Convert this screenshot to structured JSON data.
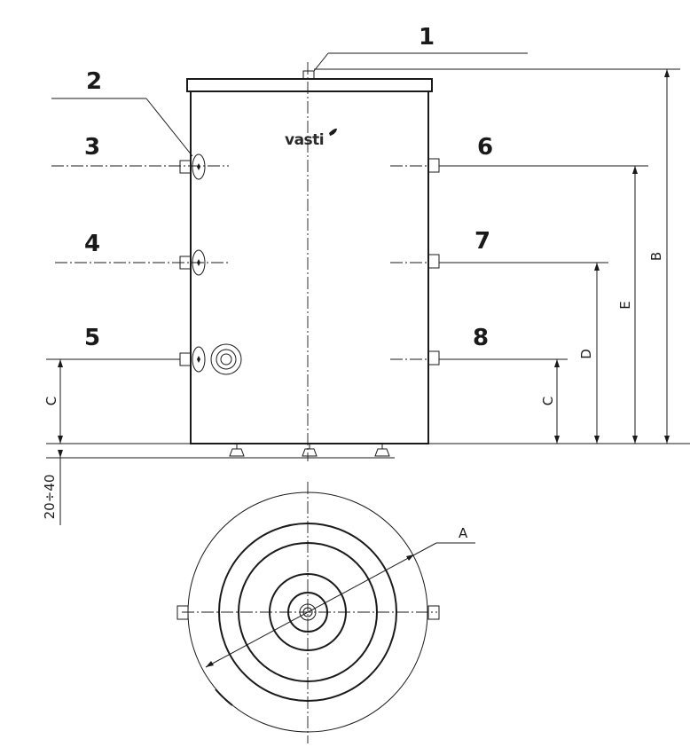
{
  "brand": "vasti",
  "callouts": [
    "1",
    "2",
    "3",
    "4",
    "5",
    "6",
    "7",
    "8"
  ],
  "dimensions": {
    "A": "A",
    "B": "B",
    "C": "C",
    "D": "D",
    "E": "E",
    "feet_range": "20÷40"
  }
}
